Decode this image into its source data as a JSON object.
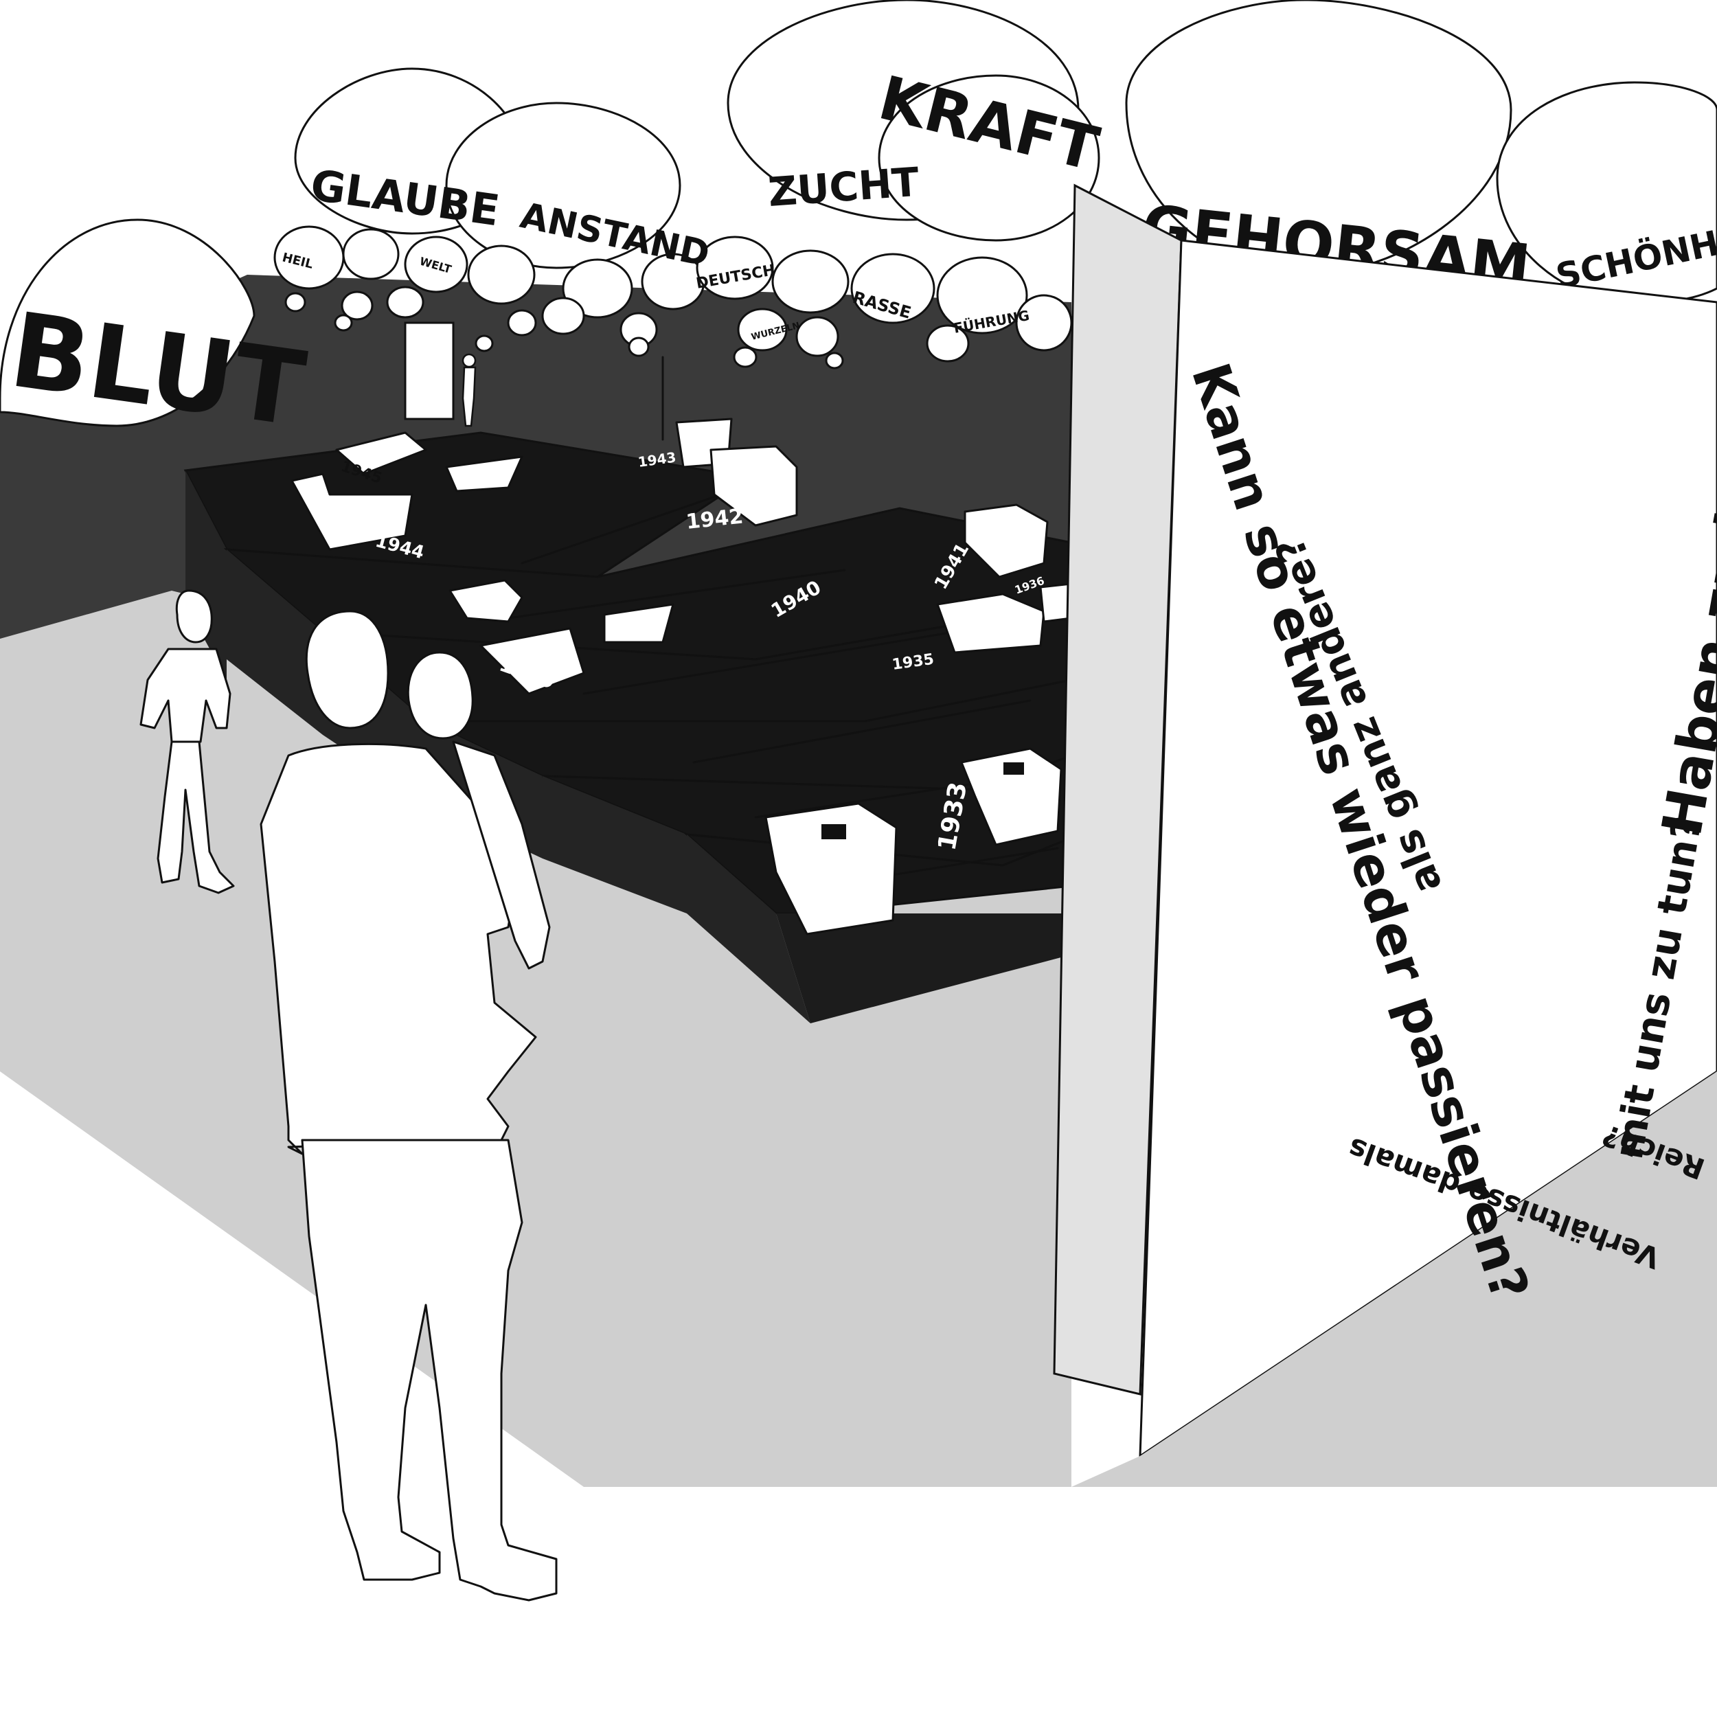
{
  "colors": {
    "wall_dark": "#3a3a3a",
    "floor_grey": "#cfcfcf",
    "stage_black": "#161616",
    "stage_edge": "#242424",
    "paper": "#ffffff",
    "ink": "#111111",
    "pillar": "#e2e2e2"
  },
  "balloons": {
    "blut": "BLUT",
    "glaube": "GLAUBE",
    "anstand": "ANSTAND",
    "zucht": "ZUCHT",
    "kraft": "KRAFT",
    "gehorsam": "GEHORSAM",
    "schoenheit": "SCHÖNHEIT",
    "heil": "HEIL",
    "welt": "WELT",
    "deutsch": "DEUTSCH",
    "rasse": "RASSE",
    "fuehrung": "FÜHRUNG",
    "wurzeln": "WURZELN"
  },
  "years": {
    "y1945": "1945",
    "y1944": "1944",
    "y1943": "1943",
    "y1942": "1942",
    "y1941": "1941",
    "y1940": "1940",
    "y1939": "1939",
    "y1936": "1936",
    "y1935": "1935",
    "y1933": "1933"
  },
  "wall_questions": {
    "q1": "Kann so etwas wieder passieren?",
    "q2": "als ganz andere?",
    "q3": "mit uns zu tun?",
    "q4": "Haben zu heute?",
    "q5": "Verhältnisse damals",
    "q6": "Reich?"
  }
}
